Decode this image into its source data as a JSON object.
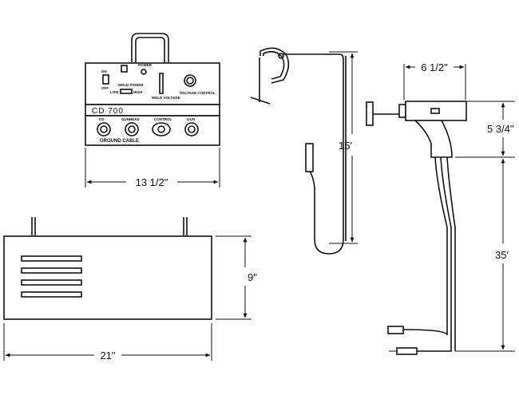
{
  "unit_front": {
    "model": "CD 700",
    "labels": {
      "on": "ON",
      "off": "OFF",
      "power": "POWER",
      "weld_power": "WELD POWER",
      "low": "LOW",
      "high": "HIGH",
      "weld_voltage": "WELD VOLTAGE",
      "voltage_control": "VOLTAGE CONTROL",
      "cd": "CD",
      "gunhead": "GUNHEAD",
      "control": "CONTROL",
      "gun": "GUN",
      "ground_cable": "GROUND CABLE"
    },
    "width_dim": "13 1/2\""
  },
  "unit_side": {
    "height_dim": "9\"",
    "width_dim": "21\""
  },
  "ground_clamp": {
    "cable_dim": "15′"
  },
  "weld_gun": {
    "length_dim": "6 1/2\"",
    "height_dim": "5 3/4\"",
    "cable_dim": "35′"
  }
}
